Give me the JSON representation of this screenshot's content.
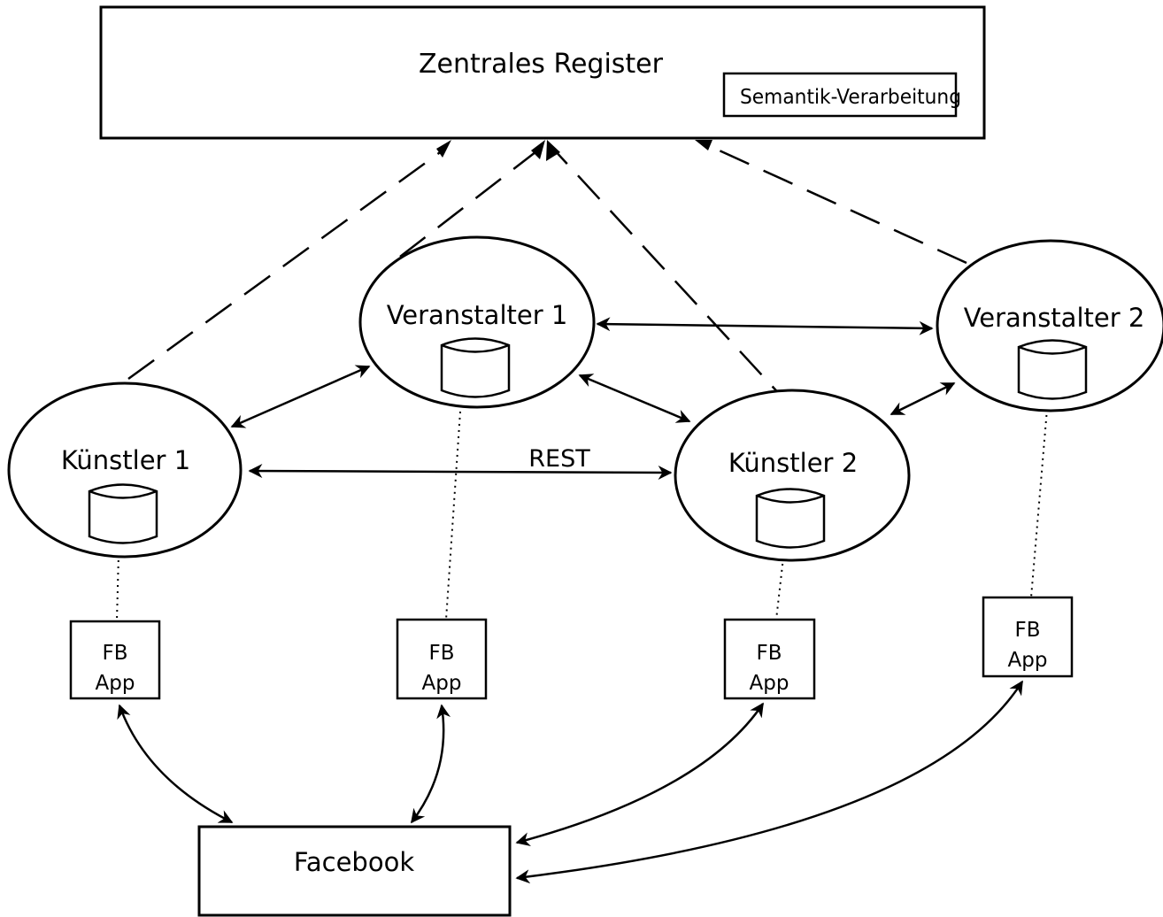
{
  "registry": {
    "title": "Zentrales Register",
    "semantic_label": "Semantik-Verarbeitung"
  },
  "nodes": {
    "kuenstler1": "Künstler 1",
    "veranstalter1": "Veranstalter 1",
    "kuenstler2": "Künstler 2",
    "veranstalter2": "Veranstalter 2"
  },
  "rest_label": "REST",
  "fb_app": {
    "line1": "FB",
    "line2": "App"
  },
  "facebook_label": "Facebook"
}
